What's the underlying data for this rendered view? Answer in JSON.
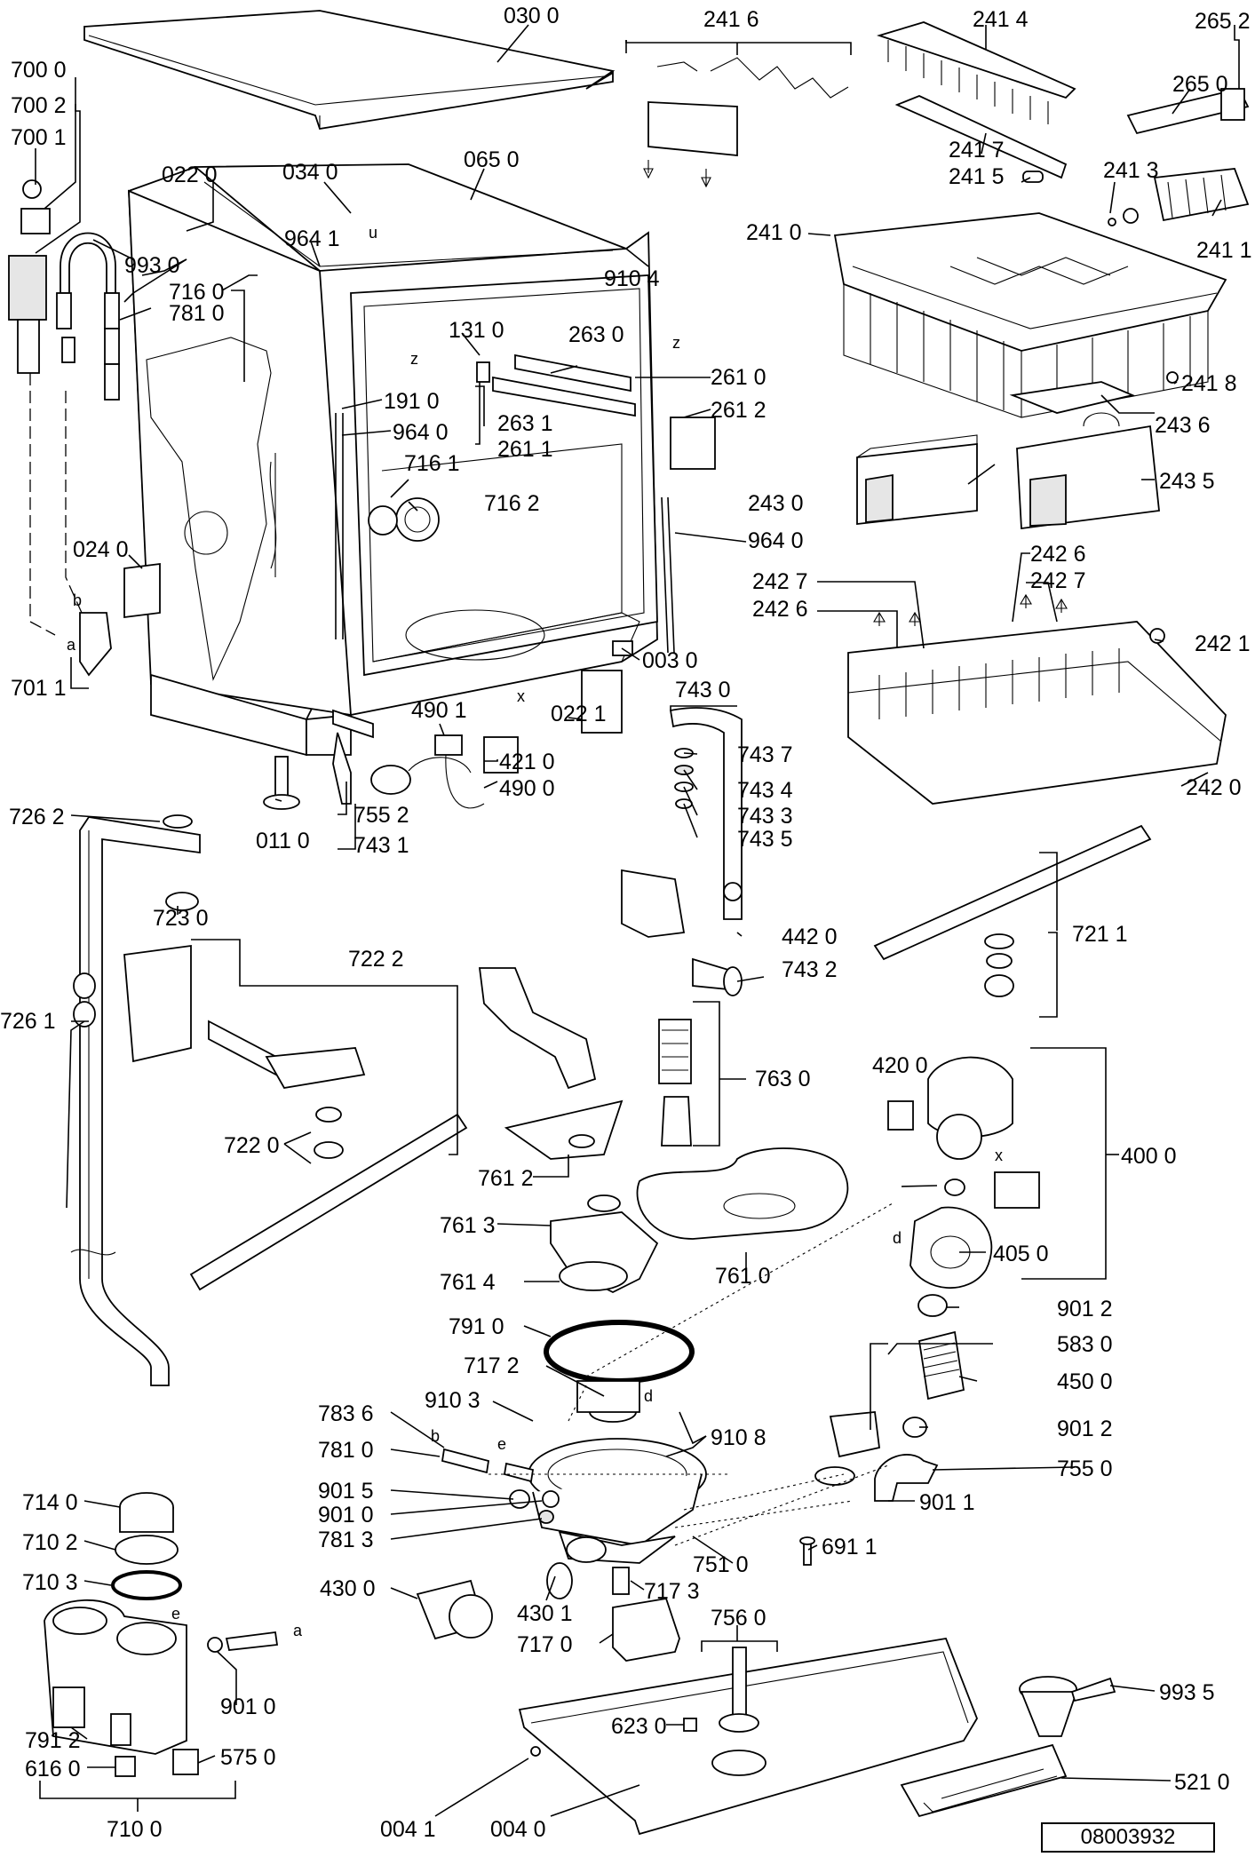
{
  "diagram": {
    "doc_number": "08003932",
    "part_labels": [
      "030 0",
      "241 6",
      "241 4",
      "265 2",
      "265 0",
      "700 0",
      "700 2",
      "700 1",
      "065 0",
      "022 0",
      "034 0",
      "241 7",
      "241 5",
      "241 3",
      "241 1",
      "241 0",
      "964 1",
      "993 0",
      "716 0",
      "781 0",
      "910 4",
      "131 0",
      "263 0",
      "261 0",
      "261 2",
      "191 0",
      "964 0",
      "263 1",
      "261 1",
      "241 8",
      "243 6",
      "716 1",
      "716 2",
      "243 0",
      "243 5",
      "964 0",
      "024 0",
      "242 6",
      "242 7",
      "242 7",
      "242 6",
      "242 1",
      "701 1",
      "003 0",
      "743 0",
      "490 1",
      "022 1",
      "421 0",
      "490 0",
      "743 7",
      "743 4",
      "743 3",
      "743 5",
      "242 0",
      "726 2",
      "011 0",
      "755 2",
      "743 1",
      "723 0",
      "722 2",
      "721 1",
      "442 0",
      "743 2",
      "726 1",
      "763 0",
      "420 0",
      "400 0",
      "722 0",
      "761 2",
      "761 3",
      "405 0",
      "761 4",
      "761 0",
      "791 0",
      "901 2",
      "717 2",
      "583 0",
      "910 3",
      "450 0",
      "783 6",
      "910 8",
      "901 2",
      "781 0",
      "755 0",
      "901 5",
      "901 0",
      "901 1",
      "781 3",
      "751 0",
      "714 0",
      "691 1",
      "710 2",
      "710 3",
      "430 0",
      "430 1",
      "717 3",
      "756 0",
      "717 0",
      "791 2",
      "901 0",
      "993 5",
      "623 0",
      "616 0",
      "575 0",
      "521 0",
      "710 0",
      "004 1",
      "004 0"
    ],
    "letter_marks": [
      "z",
      "z",
      "u",
      "x",
      "b",
      "a",
      "x",
      "d",
      "b",
      "e",
      "d",
      "e",
      "a"
    ]
  }
}
